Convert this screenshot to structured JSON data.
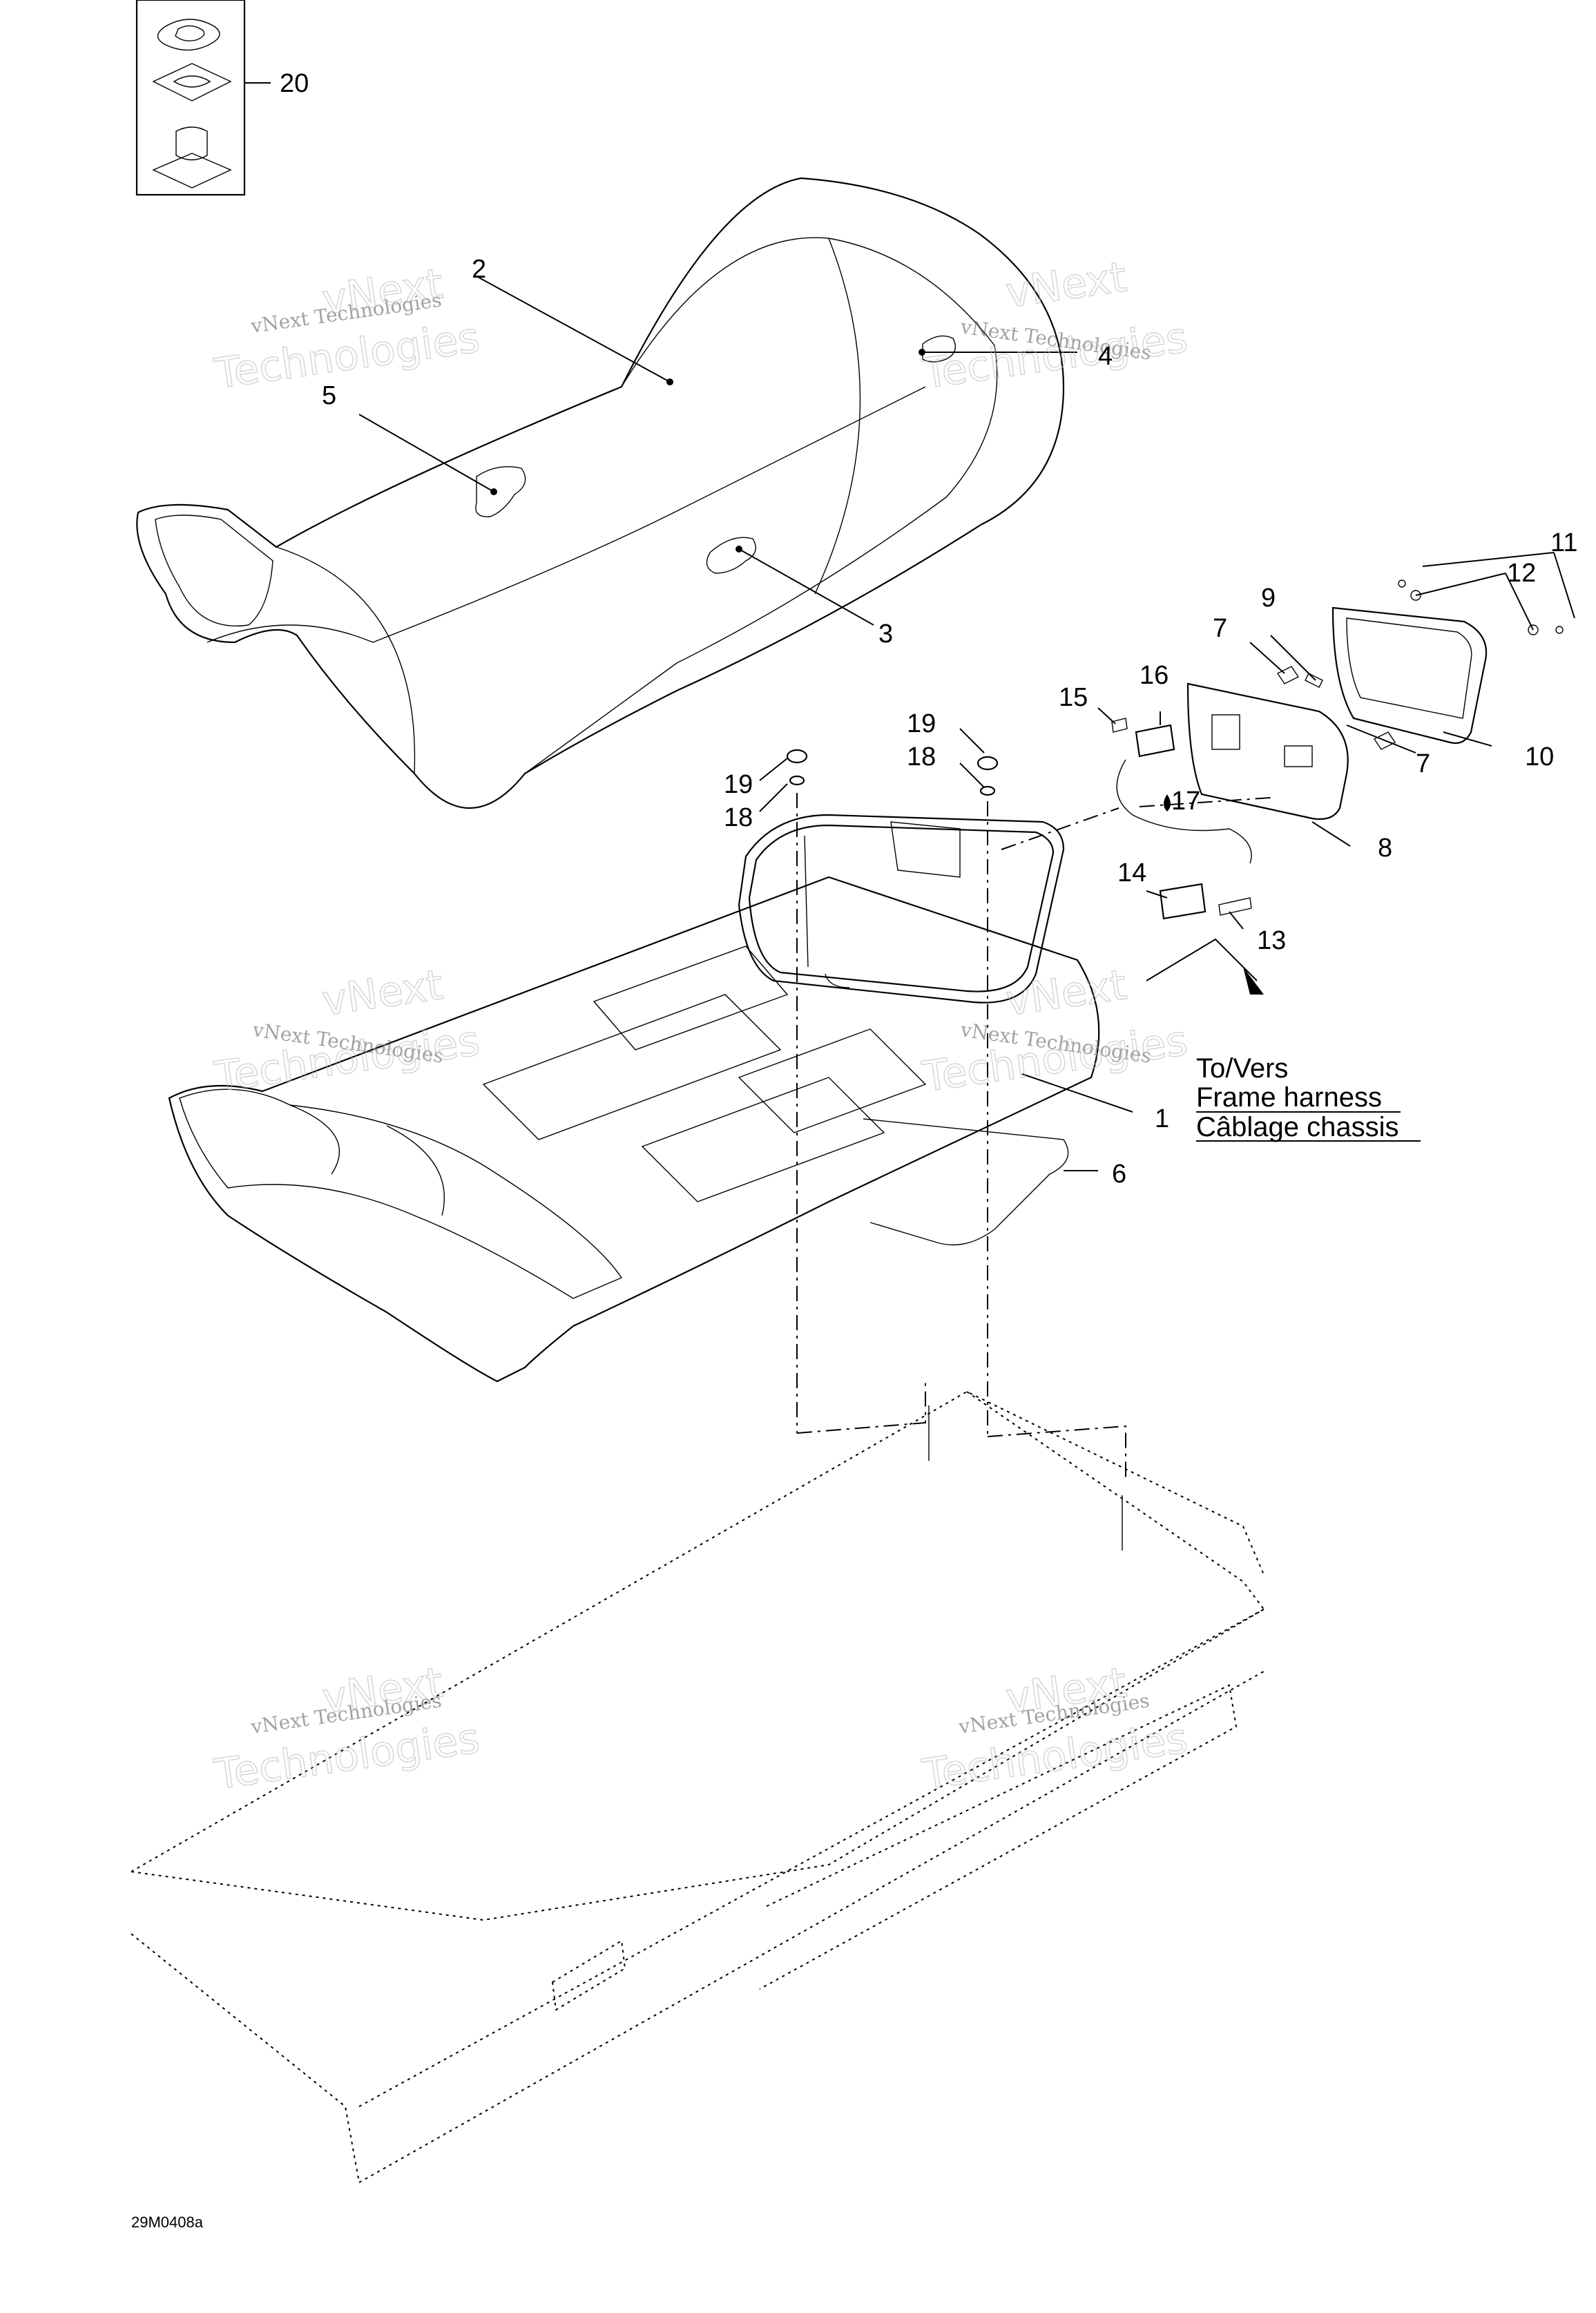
{
  "callouts": {
    "c20": "20",
    "c2": "2",
    "c5": "5",
    "c4": "4",
    "c3": "3",
    "c11": "11",
    "c12": "12",
    "c9": "9",
    "c7a": "7",
    "c7b": "7",
    "c16": "16",
    "c15": "15",
    "c19a": "19",
    "c19b": "19",
    "c18a": "18",
    "c18b": "18",
    "c17": "17",
    "c10": "10",
    "c8": "8",
    "c14": "14",
    "c13": "13",
    "c1": "1",
    "c6": "6"
  },
  "harness_note": {
    "line1": "To/Vers",
    "line2": "Frame harness",
    "line3": "Câblage chassis"
  },
  "figure_ref": "29M0408a",
  "watermark": {
    "line1": "vNext Technologies",
    "line2": "vNext",
    "line3": "Technologies"
  }
}
